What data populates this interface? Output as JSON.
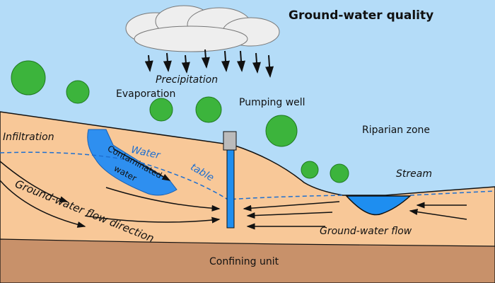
{
  "title": "Ground-water quality",
  "labels": {
    "precipitation": "Precipitation",
    "evaporation": "Evaporation",
    "pumping_well": "Pumping well",
    "infiltration": "Infiltration",
    "water_table_1": "Water",
    "water_table_2": "table",
    "contaminated_1": "Contaminated",
    "contaminated_2": "water",
    "riparian_zone": "Riparian zone",
    "stream": "Stream",
    "flow_direction": "Ground-water flow direction",
    "flow": "Ground-water flow",
    "confining_unit": "Confining unit"
  },
  "colors": {
    "sky": "#b4dcf8",
    "ground": "#f8c898",
    "confining": "#c8916a",
    "water": "#1e8ef0",
    "tree": "#3cb43c"
  }
}
